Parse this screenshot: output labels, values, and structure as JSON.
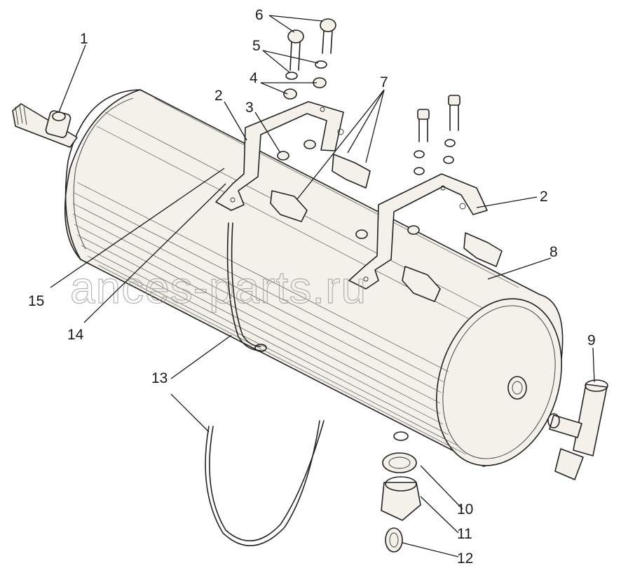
{
  "watermark": "ances-parts.ru",
  "callouts": {
    "c1": "1",
    "c2a": "2",
    "c2b": "2",
    "c3": "3",
    "c4": "4",
    "c5": "5",
    "c6": "6",
    "c7": "7",
    "c8": "8",
    "c9": "9",
    "c10": "10",
    "c11": "11",
    "c12": "12",
    "c13": "13",
    "c14": "14",
    "c15": "15"
  }
}
